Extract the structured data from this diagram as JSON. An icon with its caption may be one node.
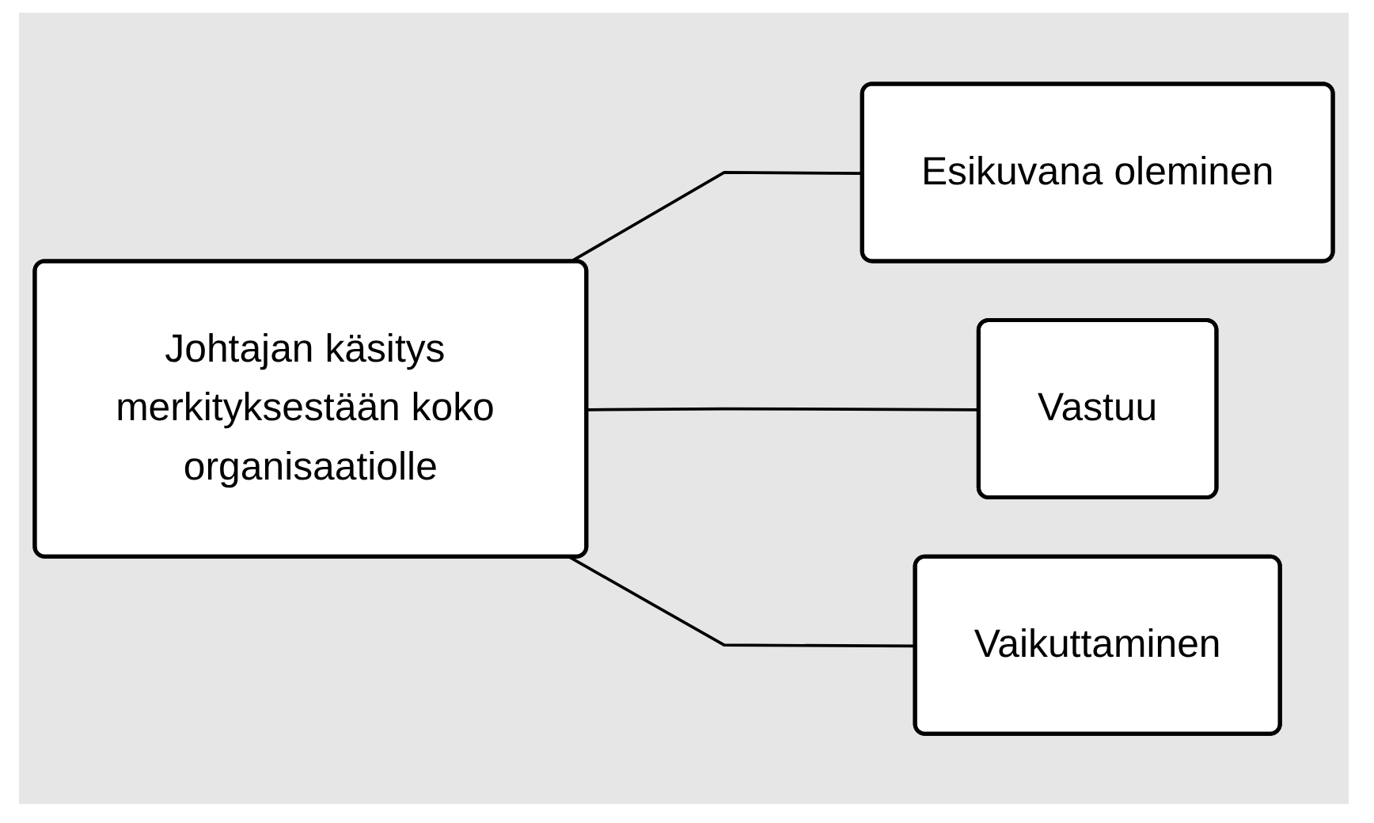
{
  "diagram": {
    "nodes": [
      {
        "text": [
          "Johtajan käsitys merkityksestään koko organisaatiolle"
        ]
      },
      {
        "text": [
          "Esikuvana oleminen"
        ]
      },
      {
        "text": [
          "Vastuu"
        ]
      },
      {
        "text": [
          "Vaikuttaminen"
        ]
      }
    ],
    "edges": [
      {
        "from": 0,
        "to": 1,
        "arrow": "none"
      },
      {
        "from": 0,
        "to": 2,
        "arrow": "none"
      },
      {
        "from": 0,
        "to": 3,
        "arrow": "none"
      }
    ]
  }
}
